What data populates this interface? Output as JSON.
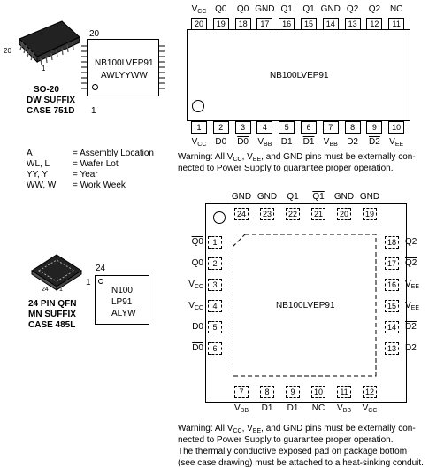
{
  "so20": {
    "pin20_label": "20",
    "pin1_label": "1",
    "marking_pin_top": "20",
    "marking_pin_bottom": "1",
    "marking_line1": "NB100LVEP91",
    "marking_line2": "AWLYYWW",
    "caption_line1": "SO-20",
    "caption_line2": "DW SUFFIX",
    "caption_line3": "CASE 751D",
    "chip_label": "NB100LVEP91",
    "top_pins": [
      {
        "num": "20",
        "name": "V",
        "sub": "CC",
        "ol": false
      },
      {
        "num": "19",
        "name": "Q0",
        "sub": "",
        "ol": false
      },
      {
        "num": "18",
        "name": "Q0",
        "sub": "",
        "ol": true
      },
      {
        "num": "17",
        "name": "GND",
        "sub": "",
        "ol": false
      },
      {
        "num": "16",
        "name": "Q1",
        "sub": "",
        "ol": false
      },
      {
        "num": "15",
        "name": "Q1",
        "sub": "",
        "ol": true
      },
      {
        "num": "14",
        "name": "GND",
        "sub": "",
        "ol": false
      },
      {
        "num": "13",
        "name": "Q2",
        "sub": "",
        "ol": false
      },
      {
        "num": "12",
        "name": "Q2",
        "sub": "",
        "ol": true
      },
      {
        "num": "11",
        "name": "NC",
        "sub": "",
        "ol": false
      }
    ],
    "bottom_pins": [
      {
        "num": "1",
        "name": "V",
        "sub": "CC",
        "ol": false
      },
      {
        "num": "2",
        "name": "D0",
        "sub": "",
        "ol": false
      },
      {
        "num": "3",
        "name": "D0",
        "sub": "",
        "ol": true
      },
      {
        "num": "4",
        "name": "V",
        "sub": "BB",
        "ol": false
      },
      {
        "num": "5",
        "name": "D1",
        "sub": "",
        "ol": false
      },
      {
        "num": "6",
        "name": "D1",
        "sub": "",
        "ol": true
      },
      {
        "num": "7",
        "name": "V",
        "sub": "BB",
        "ol": false
      },
      {
        "num": "8",
        "name": "D2",
        "sub": "",
        "ol": false
      },
      {
        "num": "9",
        "name": "D2",
        "sub": "",
        "ol": true
      },
      {
        "num": "10",
        "name": "V",
        "sub": "EE",
        "ol": false
      }
    ],
    "warning_line1_a": "Warning: All V",
    "warning_line1_b": "CC",
    "warning_line1_c": ", V",
    "warning_line1_d": "EE",
    "warning_line1_e": ", and GND pins must be externally con-",
    "warning_line2": "nected to Power Supply to guarantee proper operation."
  },
  "legend": [
    {
      "key": "A",
      "value": "= Assembly Location"
    },
    {
      "key": "WL, L",
      "value": "= Wafer Lot"
    },
    {
      "key": "YY, Y",
      "value": "= Year"
    },
    {
      "key": "WW, W",
      "value": "= Work Week"
    }
  ],
  "qfn": {
    "pin24_label": "24",
    "pin1_label": "1",
    "pkg_pin24": "24",
    "pkg_pin1": "1",
    "marking_line1": "N100",
    "marking_line2": "LP91",
    "marking_line3": "ALYW",
    "caption_line1": "24 PIN QFN",
    "caption_line2": "MN SUFFIX",
    "caption_line3": "CASE 485L",
    "chip_label": "NB100LVEP91",
    "top_pins": [
      {
        "num": "24",
        "name": "GND",
        "sub": "",
        "ol": false
      },
      {
        "num": "23",
        "name": "GND",
        "sub": "",
        "ol": false
      },
      {
        "num": "22",
        "name": "Q1",
        "sub": "",
        "ol": false
      },
      {
        "num": "21",
        "name": "Q1",
        "sub": "",
        "ol": true
      },
      {
        "num": "20",
        "name": "GND",
        "sub": "",
        "ol": false
      },
      {
        "num": "19",
        "name": "GND",
        "sub": "",
        "ol": false
      }
    ],
    "left_pins": [
      {
        "num": "1",
        "name": "Q0",
        "sub": "",
        "ol": true
      },
      {
        "num": "2",
        "name": "Q0",
        "sub": "",
        "ol": false
      },
      {
        "num": "3",
        "name": "V",
        "sub": "CC",
        "ol": false
      },
      {
        "num": "4",
        "name": "V",
        "sub": "CC",
        "ol": false
      },
      {
        "num": "5",
        "name": "D0",
        "sub": "",
        "ol": false
      },
      {
        "num": "6",
        "name": "D0",
        "sub": "",
        "ol": true
      }
    ],
    "right_pins": [
      {
        "num": "18",
        "name": "Q2",
        "sub": "",
        "ol": false
      },
      {
        "num": "17",
        "name": "Q2",
        "sub": "",
        "ol": true
      },
      {
        "num": "16",
        "name": "V",
        "sub": "EE",
        "ol": false
      },
      {
        "num": "15",
        "name": "V",
        "sub": "EE",
        "ol": false
      },
      {
        "num": "14",
        "name": "D2",
        "sub": "",
        "ol": true
      },
      {
        "num": "13",
        "name": "D2",
        "sub": "",
        "ol": false
      }
    ],
    "bottom_pins": [
      {
        "num": "7",
        "name": "V",
        "sub": "BB",
        "ol": false
      },
      {
        "num": "8",
        "name": "D1",
        "sub": "",
        "ol": false
      },
      {
        "num": "9",
        "name": "D1",
        "sub": "",
        "ol": true
      },
      {
        "num": "10",
        "name": "NC",
        "sub": "",
        "ol": false
      },
      {
        "num": "11",
        "name": "V",
        "sub": "BB",
        "ol": false
      },
      {
        "num": "12",
        "name": "V",
        "sub": "CC",
        "ol": false
      }
    ],
    "warning_line1_a": "Warning: All V",
    "warning_line1_b": "CC",
    "warning_line1_c": ", V",
    "warning_line1_d": "EE",
    "warning_line1_e": ", and GND pins must be externally con-",
    "warning_line2": "nected to Power Supply to guarantee proper operation.",
    "warning_line3": "The thermally conductive exposed pad on package bottom",
    "warning_line4": "(see case drawing) must be attached to a heat-sinking conduit."
  }
}
